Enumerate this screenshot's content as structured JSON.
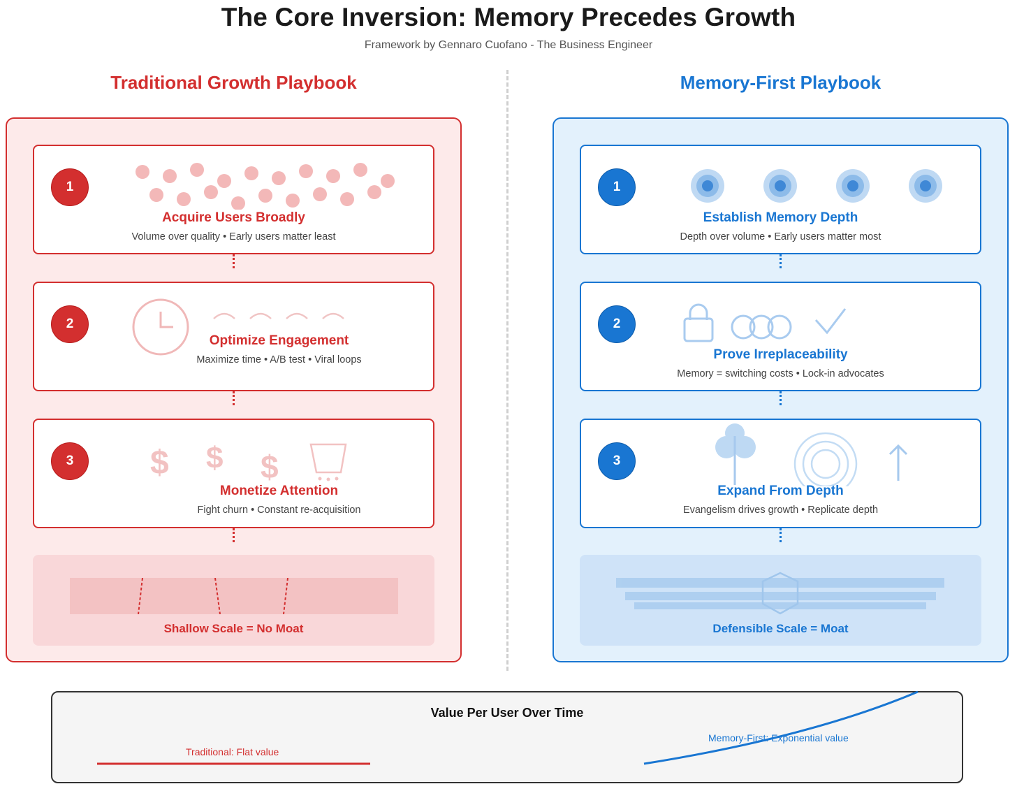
{
  "header": {
    "title": "The Core Inversion: Memory Precedes Growth",
    "subtitle": "Framework by Gennaro Cuofano - The Business Engineer"
  },
  "left": {
    "heading": "Traditional Growth Playbook",
    "accent": "#d32f2f",
    "steps": [
      {
        "number": "1",
        "title": "Acquire Users Broadly",
        "desc": "Volume over quality • Early users matter least",
        "icon": "user-dots-icon"
      },
      {
        "number": "2",
        "title": "Optimize Engagement",
        "desc": "Maximize time • A/B test • Viral loops",
        "icon": "clock-icon"
      },
      {
        "number": "3",
        "title": "Monetize Attention",
        "desc": "Fight churn • Constant re-acquisition",
        "icon": "dollar-icon"
      }
    ],
    "outcome": "Shallow Scale = No Moat"
  },
  "right": {
    "heading": "Memory-First Playbook",
    "accent": "#1976d2",
    "steps": [
      {
        "number": "1",
        "title": "Establish Memory Depth",
        "desc": "Depth over volume • Early users matter most",
        "icon": "depth-circles-icon"
      },
      {
        "number": "2",
        "title": "Prove Irreplaceability",
        "desc": "Memory = switching costs • Lock-in advocates",
        "icon": "lock-icon"
      },
      {
        "number": "3",
        "title": "Expand From Depth",
        "desc": "Evangelism drives growth • Replicate depth",
        "icon": "tree-icon"
      }
    ],
    "outcome": "Defensible Scale = Moat"
  },
  "bottom": {
    "title": "Value Per User Over Time",
    "traditional_label": "Traditional: Flat value",
    "memory_label": "Memory-First: Exponential value"
  }
}
